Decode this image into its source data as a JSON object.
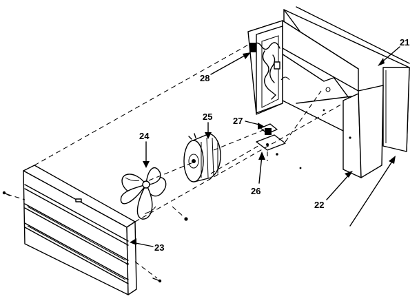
{
  "labels": {
    "p21": "21",
    "p22": "22",
    "p23": "23",
    "p24": "24",
    "p25": "25",
    "p26": "26",
    "p27": "27",
    "p28": "28"
  }
}
